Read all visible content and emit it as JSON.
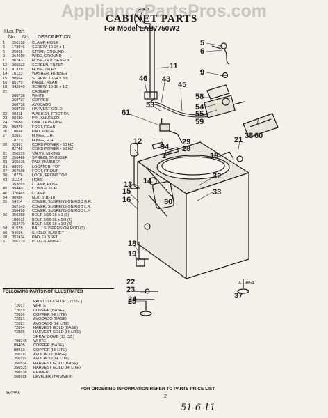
{
  "watermark": "AppliancePartsPros.com",
  "header": {
    "title": "CABINET PARTS",
    "subtitle": "For Model LAB7750W2",
    "col_illus_line1": "Illus. Part",
    "col_illus_line2": "No.",
    "col_part_no": "No.",
    "col_description": "DESCRIPTION"
  },
  "parts": [
    {
      "illus": "1",
      "part": "356138",
      "desc": "CLAMP, HOSE"
    },
    {
      "illus": "5",
      "part": "173946",
      "desc": "SCREW, 10-24 x 1"
    },
    {
      "illus": "6",
      "part": "25965",
      "desc": "STRAP, GROUND"
    },
    {
      "illus": "9",
      "part": "364600",
      "desc": "WIRE, GROUND"
    },
    {
      "illus": "11",
      "part": "96743",
      "desc": "HOSE, GOOSENECK"
    },
    {
      "illus": "12",
      "part": "365522",
      "desc": "SCREEN, FILTER"
    },
    {
      "illus": "13",
      "part": "81339",
      "desc": "HOSE, INLET"
    },
    {
      "illus": "14",
      "part": "16123",
      "desc": "WASHER, RUBBER"
    },
    {
      "illus": "15",
      "part": "90564",
      "desc": "SCREW, 10-24 x 3/8"
    },
    {
      "illus": "16",
      "part": "85179",
      "desc": "PANEL, REAR"
    },
    {
      "illus": "18",
      "part": "343640",
      "desc": "SCREW, 10-16 x 1/2"
    },
    {
      "illus": "21",
      "part": "",
      "desc": "CABINET"
    },
    {
      "illus": "",
      "part": "368736",
      "desc": "WHITE"
    },
    {
      "illus": "",
      "part": "368737",
      "desc": "COPPER"
    },
    {
      "illus": "",
      "part": "368738",
      "desc": "AVOCADO"
    },
    {
      "illus": "",
      "part": "368739",
      "desc": "HARVEST GOLD"
    },
    {
      "illus": "22",
      "part": "98411",
      "desc": "WASHER, FRICTION"
    },
    {
      "illus": "23",
      "part": "98439",
      "desc": "PIN, KNURLED"
    },
    {
      "illus": "24",
      "part": "75686",
      "desc": "LINK, LEVELING"
    },
    {
      "illus": "25",
      "part": "95879",
      "desc": "FOOT, REAR"
    },
    {
      "illus": "26",
      "part": "18694",
      "desc": "PAD, HINGE"
    },
    {
      "illus": "27",
      "part": "92657",
      "desc": "HINGE, L.H."
    },
    {
      "illus": "",
      "part": "18773",
      "desc": "HINGE, R.H."
    },
    {
      "illus": "28",
      "part": "92967",
      "desc": "CORD POWER - 60 HZ"
    },
    {
      "illus": "",
      "part": "82742",
      "desc": "CORD POWER - 50 HZ"
    },
    {
      "illus": "31",
      "part": "356515",
      "desc": "VALVE, MIXING"
    },
    {
      "illus": "32",
      "part": "356469",
      "desc": "SPRING, SNUBBER"
    },
    {
      "illus": "33",
      "part": "365635",
      "desc": "PAD, SNUBBER"
    },
    {
      "illus": "34",
      "part": "98669",
      "desc": "LOCATOR, TOP"
    },
    {
      "illus": "37",
      "part": "367598",
      "desc": "FOOT, FRONT"
    },
    {
      "illus": "38",
      "part": "18776",
      "desc": "LOCK, FRONT TOP"
    },
    {
      "illus": "43",
      "part": "31114",
      "desc": "HOSE"
    },
    {
      "illus": "",
      "part": "353093",
      "desc": "CLAMP, HOSE"
    },
    {
      "illus": "45",
      "part": "95440",
      "desc": "CONNECTOR"
    },
    {
      "illus": "46",
      "part": "370445",
      "desc": "CLAMP"
    },
    {
      "illus": "54",
      "part": "90984",
      "desc": "NUT, 5/16-18"
    },
    {
      "illus": "55",
      "part": "94114",
      "desc": "COVER, SUSPENSION ROD R.R."
    },
    {
      "illus": "",
      "part": "362143",
      "desc": "COVER, SUSPENSION ROD L.R."
    },
    {
      "illus": "",
      "part": "356458",
      "desc": "COVER, SUSPENSION ROD L.F."
    },
    {
      "illus": "56",
      "part": "356358",
      "desc": "BOLT, 5/16-18 x 1 (3)"
    },
    {
      "illus": "",
      "part": "108611",
      "desc": "BOLT, 5/16-18 x 5/8 (2)"
    },
    {
      "illus": "",
      "part": "353770",
      "desc": "BOLT, 5/16-18 x 1/2 (3)"
    },
    {
      "illus": "58",
      "part": "91578",
      "desc": "BALL, SUSPENSION ROD (3)"
    },
    {
      "illus": "59",
      "part": "94656",
      "desc": "SHIELD, BUSHET"
    },
    {
      "illus": "60",
      "part": "352434",
      "desc": "PAD, GUSSET"
    },
    {
      "illus": "61",
      "part": "356179",
      "desc": "PLUG, CABINET"
    }
  ],
  "not_illustrated": {
    "title": "FOLLOWING PARTS NOT ILLUSTRATED",
    "group_title": "PAINT TOUCH UP (1/2 OZ.)",
    "items": [
      {
        "part": "72017",
        "desc": "WHITE"
      },
      {
        "part": "72019",
        "desc": "COPPER (BASE)"
      },
      {
        "part": "72026",
        "desc": "COPPER (HI LITE)"
      },
      {
        "part": "72021",
        "desc": "AVOCADO (BASE)"
      },
      {
        "part": "72821",
        "desc": "AVOCADO (HI LITE)"
      },
      {
        "part": "72894",
        "desc": "HARVEST GOLD (BASE)"
      },
      {
        "part": "72895",
        "desc": "HARVEST GOLD (HI LITE)"
      },
      {
        "part": "",
        "desc": "SPRAY BOMB (13 OZ.)"
      },
      {
        "part": "799345",
        "desc": "WHITE"
      },
      {
        "part": "89405",
        "desc": "COPPER (BASE)"
      },
      {
        "part": "89913",
        "desc": "COPPER (HI LITE)"
      },
      {
        "part": "350191",
        "desc": "AVOCADO (BASE)"
      },
      {
        "part": "350192",
        "desc": "AVOCADO (HI LITE)"
      },
      {
        "part": "350534",
        "desc": "HARVEST GOLD (BASE)"
      },
      {
        "part": "350535",
        "desc": "HARVEST GOLD (HI LITE)"
      },
      {
        "part": "350538",
        "desc": "PRIMER"
      },
      {
        "part": "200928",
        "desc": "LEVELER (TRIMMER)"
      }
    ]
  },
  "figure_ref": "A - 9854",
  "footer_note": "FOR ORDERING INFORMATION REFER TO PARTS PRICE LIST",
  "doc_code": "3V0358",
  "page_number": "2",
  "handwritten_date": "51-6-11",
  "callouts": [
    {
      "id": "5",
      "label": "5"
    },
    {
      "id": "6",
      "label": "6"
    },
    {
      "id": "1a",
      "label": "1"
    },
    {
      "id": "11",
      "label": "11"
    },
    {
      "id": "9",
      "label": "9"
    },
    {
      "id": "46",
      "label": "46"
    },
    {
      "id": "43",
      "label": "43"
    },
    {
      "id": "45",
      "label": "45"
    },
    {
      "id": "53",
      "label": "53"
    },
    {
      "id": "58",
      "label": "58"
    },
    {
      "id": "54",
      "label": "54"
    },
    {
      "id": "55",
      "label": "55"
    },
    {
      "id": "59",
      "label": "59"
    },
    {
      "id": "61",
      "label": "61"
    },
    {
      "id": "60",
      "label": "60"
    },
    {
      "id": "21",
      "label": "21"
    },
    {
      "id": "38",
      "label": "38"
    },
    {
      "id": "12",
      "label": "12"
    },
    {
      "id": "29",
      "label": "29"
    },
    {
      "id": "28",
      "label": "28"
    },
    {
      "id": "1b",
      "label": "1"
    },
    {
      "id": "18a",
      "label": "18"
    },
    {
      "id": "34",
      "label": "34"
    },
    {
      "id": "13",
      "label": "13"
    },
    {
      "id": "14",
      "label": "14"
    },
    {
      "id": "32",
      "label": "32"
    },
    {
      "id": "33",
      "label": "33"
    },
    {
      "id": "15",
      "label": "15"
    },
    {
      "id": "16",
      "label": "16"
    },
    {
      "id": "30",
      "label": "30"
    },
    {
      "id": "18b",
      "label": "18"
    },
    {
      "id": "19",
      "label": "19"
    },
    {
      "id": "22",
      "label": "22"
    },
    {
      "id": "23",
      "label": "23"
    },
    {
      "id": "24",
      "label": "24"
    },
    {
      "id": "25",
      "label": "25"
    },
    {
      "id": "37",
      "label": "37"
    }
  ]
}
